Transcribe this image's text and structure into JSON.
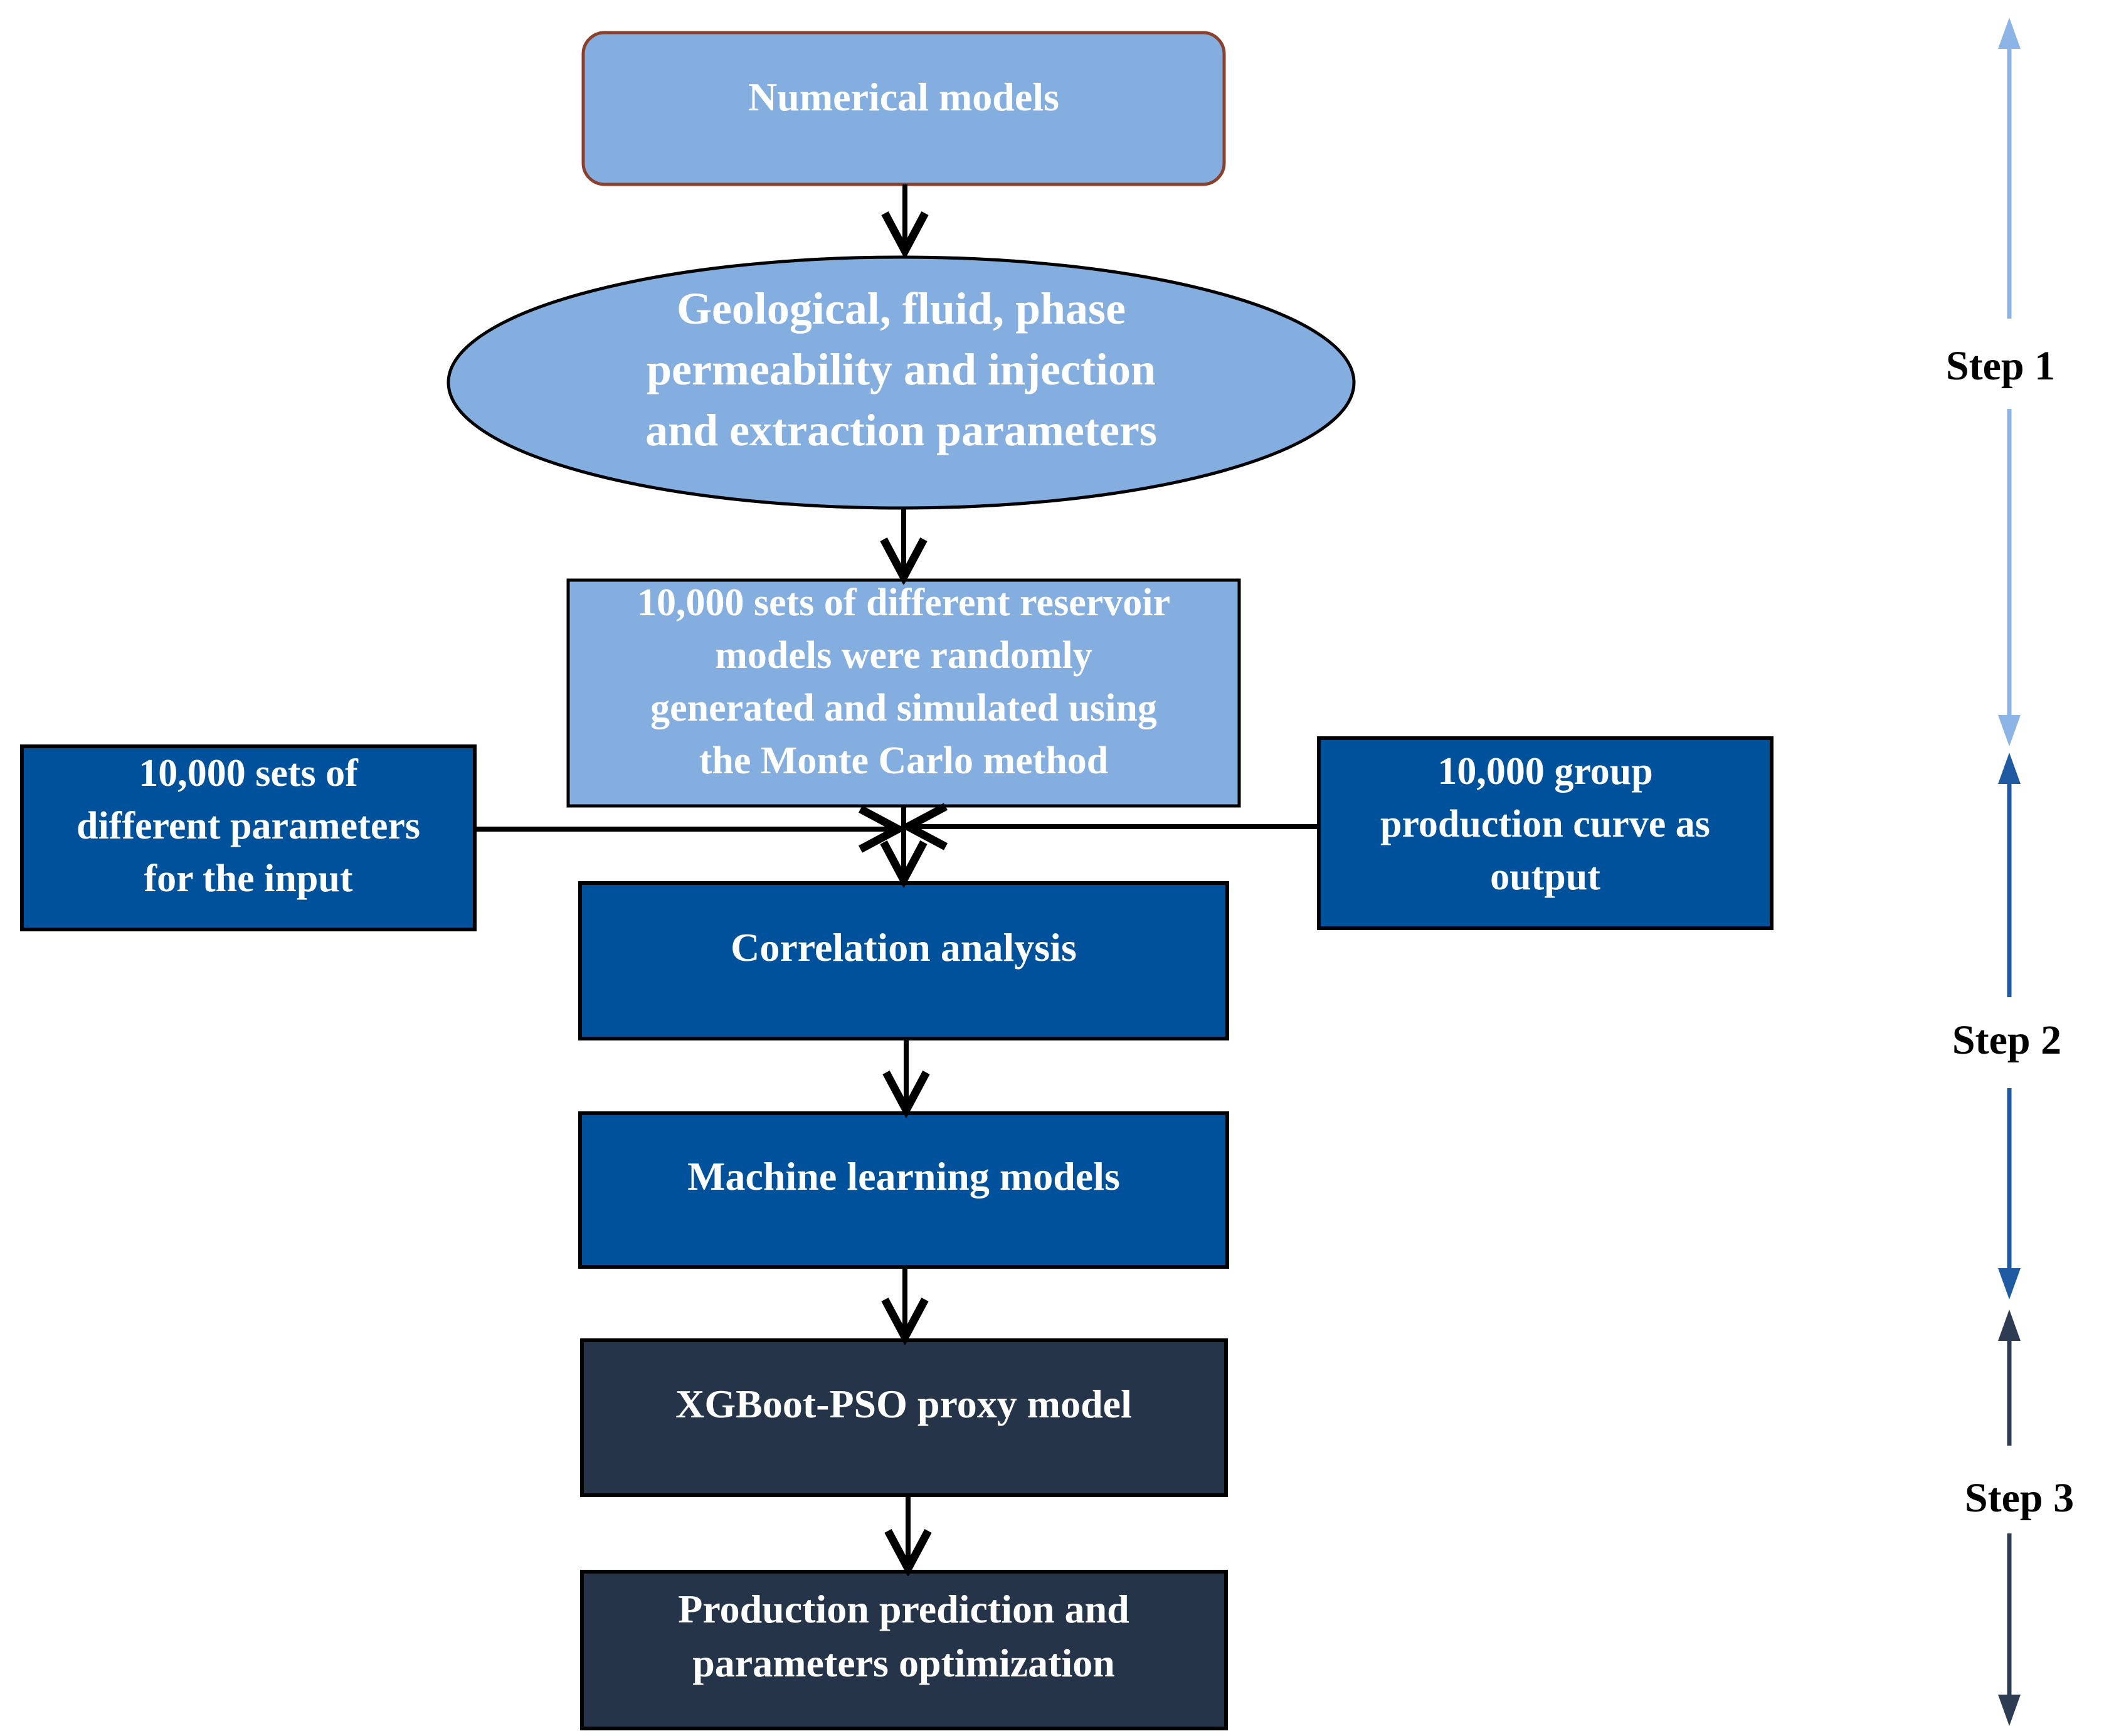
{
  "colors": {
    "light_blue": "#85aee0",
    "mid_blue": "#00519c",
    "dark_navy": "#253449",
    "step1_arrow": "#8cb4e6",
    "step2_arrow": "#1f5ba3",
    "step3_arrow": "#2d3c52",
    "connector": "#000000",
    "top_box_border": "#8c3f2a"
  },
  "nodes": {
    "numerical_models": {
      "lines": [
        "Numerical models"
      ]
    },
    "parameters": {
      "lines": [
        "Geological, fluid, phase",
        "permeability and injection",
        "and extraction parameters"
      ]
    },
    "monte_carlo": {
      "lines": [
        "10,000 sets of different reservoir",
        "models were randomly",
        "generated and simulated using",
        "the Monte Carlo method"
      ]
    },
    "input_params": {
      "lines": [
        "10,000 sets of",
        "different parameters",
        "for the input"
      ]
    },
    "output_curve": {
      "lines": [
        "10,000 group",
        "production curve as",
        "output"
      ]
    },
    "correlation": {
      "lines": [
        "Correlation analysis"
      ]
    },
    "ml_models": {
      "lines": [
        "Machine learning models"
      ]
    },
    "proxy_model": {
      "lines": [
        "XGBoot-PSO proxy model"
      ]
    },
    "prediction": {
      "lines": [
        "Production prediction and",
        "parameters optimization"
      ]
    }
  },
  "steps": {
    "step1": "Step 1",
    "step2": "Step 2",
    "step3": "Step 3"
  }
}
